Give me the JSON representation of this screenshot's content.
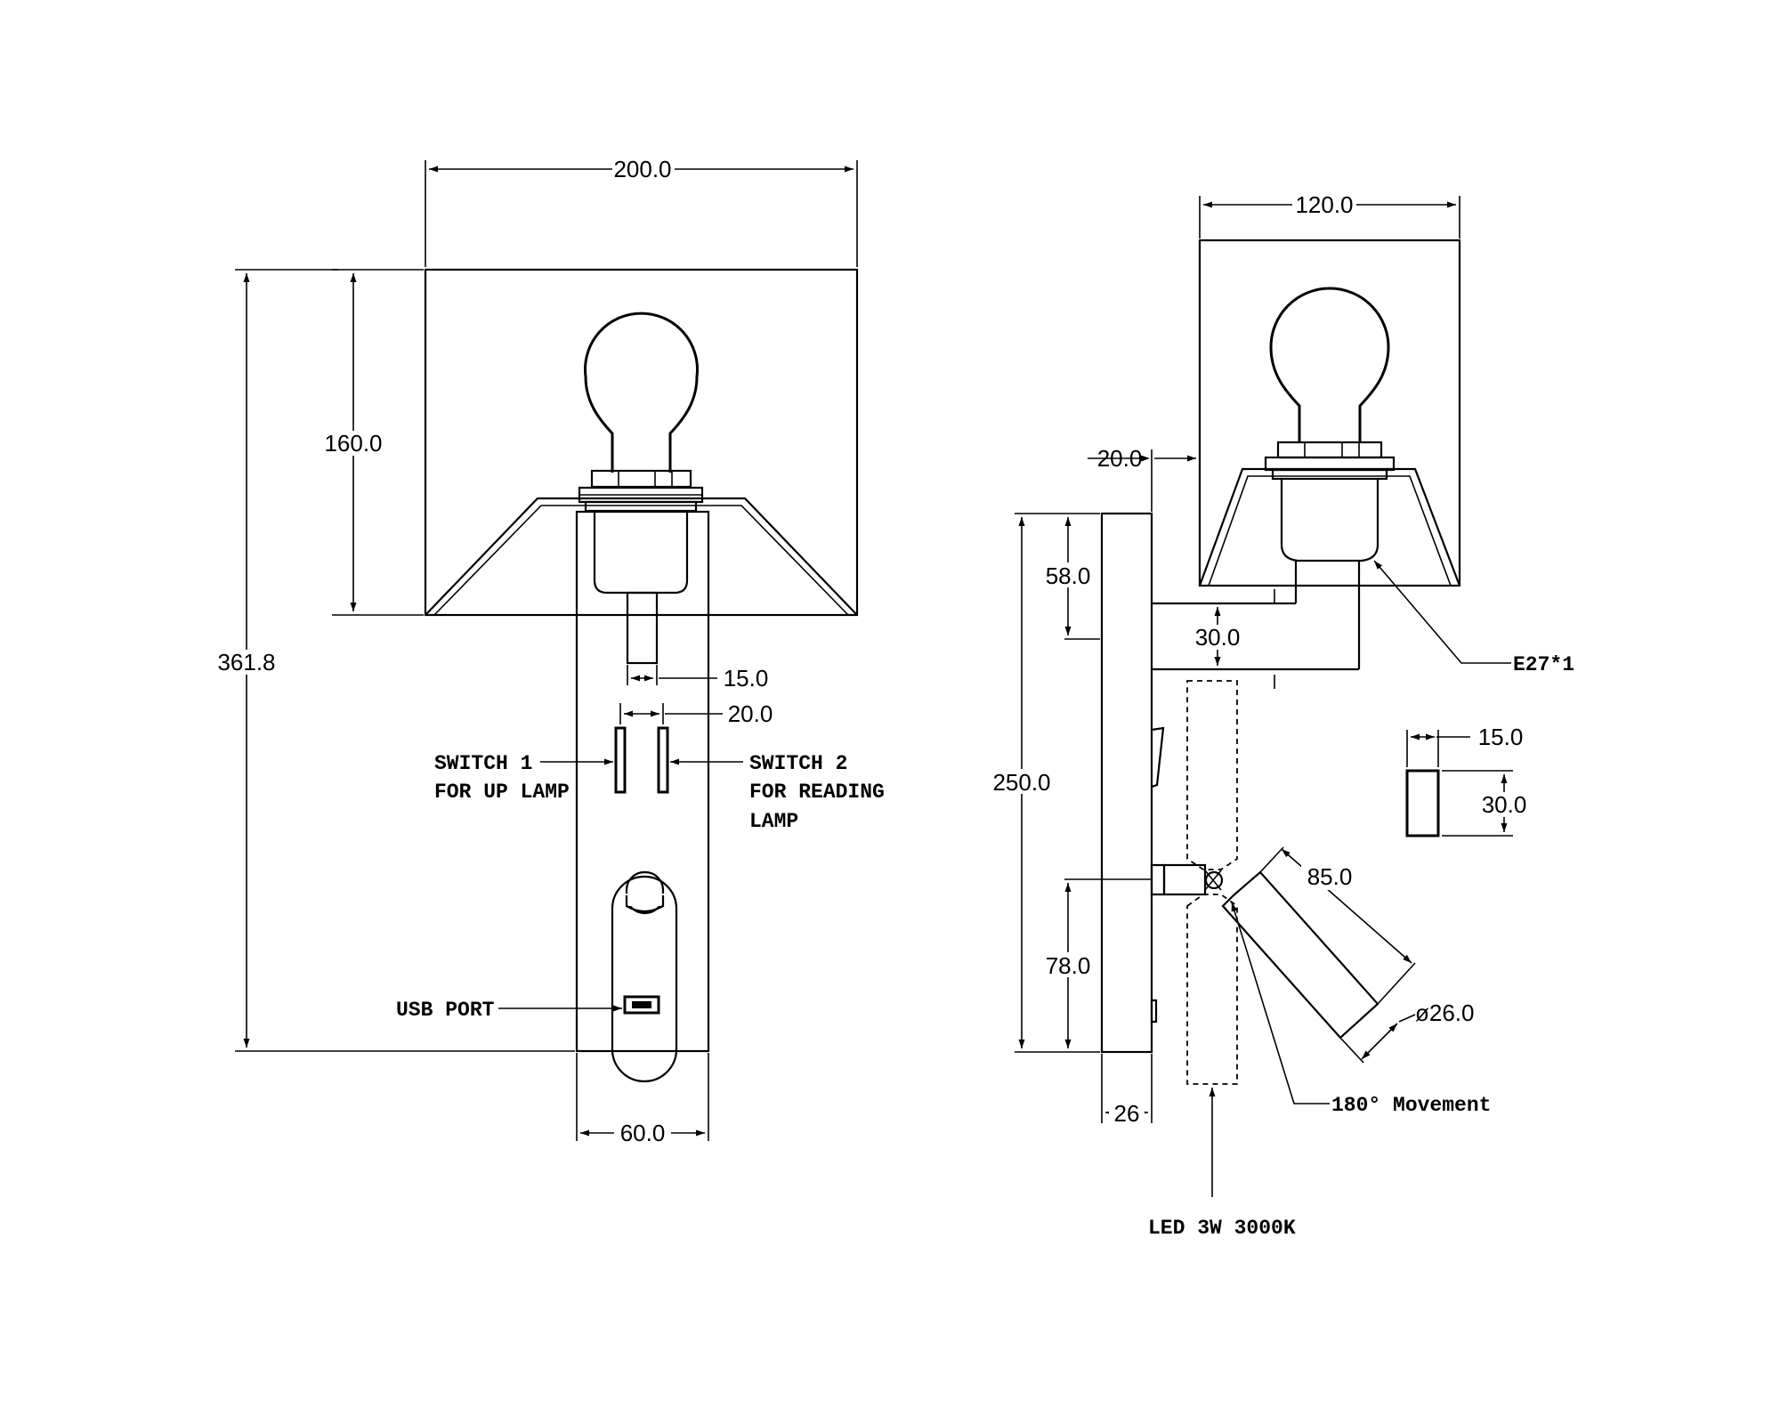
{
  "diagram": {
    "front_view": {
      "dimensions": {
        "shade_width": "200.0",
        "overall_height": "361.8",
        "shade_height": "160.0",
        "stem_width": "15.0",
        "switch_spacing": "20.0",
        "base_width": "60.0"
      },
      "labels": {
        "switch1_line1": "SWITCH 1",
        "switch1_line2": "FOR UP LAMP",
        "switch2_line1": "SWITCH 2",
        "switch2_line2": "FOR READING",
        "switch2_line3": "LAMP",
        "usb_port": "USB PORT"
      }
    },
    "side_view": {
      "dimensions": {
        "shade_width": "120.0",
        "wall_offset": "20.0",
        "backplate_height": "250.0",
        "upper_section": "58.0",
        "arm_height": "30.0",
        "lower_section": "78.0",
        "depth": "26",
        "reading_arm_length": "85.0",
        "reading_head_diameter": "ø26.0",
        "switch_width": "15.0",
        "switch_height": "30.0"
      },
      "labels": {
        "bulb": "E27*1",
        "movement": "180° Movement",
        "led": "LED 3W 3000K"
      }
    }
  }
}
